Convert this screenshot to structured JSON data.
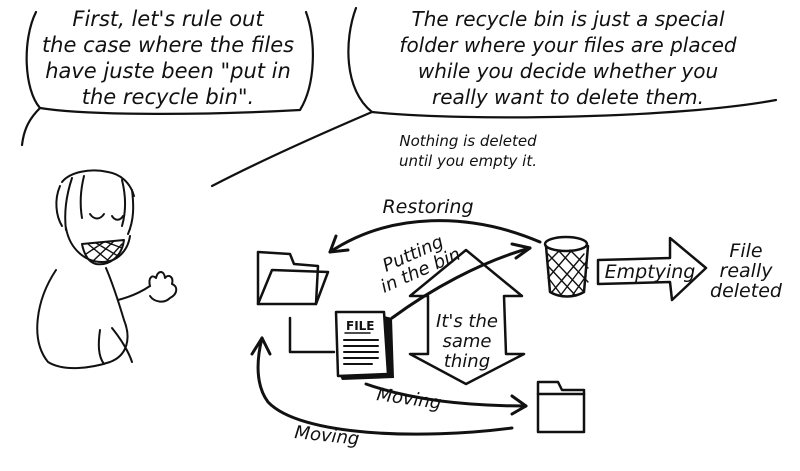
{
  "bubble_left": {
    "lines": [
      "First, let's rule out",
      "the case where the files",
      "have juste been \"put in",
      "the recycle bin\"."
    ]
  },
  "bubble_right": {
    "lines": [
      "The recycle bin is just a special",
      "folder where your files are placed",
      "while you decide whether you",
      "really want to delete them."
    ]
  },
  "note": {
    "lines": [
      "Nothing is deleted",
      "until you empty it."
    ]
  },
  "labels": {
    "restoring": "Restoring",
    "putting_line1": "Putting",
    "putting_line2": "in the bin",
    "emptying": "Emptying",
    "result_line1": "File",
    "result_line2": "really",
    "result_line3": "deleted",
    "moving_upper": "Moving",
    "moving_lower": "Moving",
    "file_tag": "FILE",
    "same_line1": "It's the",
    "same_line2": "same",
    "same_line3": "thing"
  },
  "icons": {
    "folder_left": "folder-icon",
    "folder_right": "folder-icon",
    "file": "document-icon",
    "bin": "wastebasket-icon",
    "character": "cartoon-person"
  },
  "colors": {
    "ink": "#111111",
    "paper": "#ffffff"
  }
}
